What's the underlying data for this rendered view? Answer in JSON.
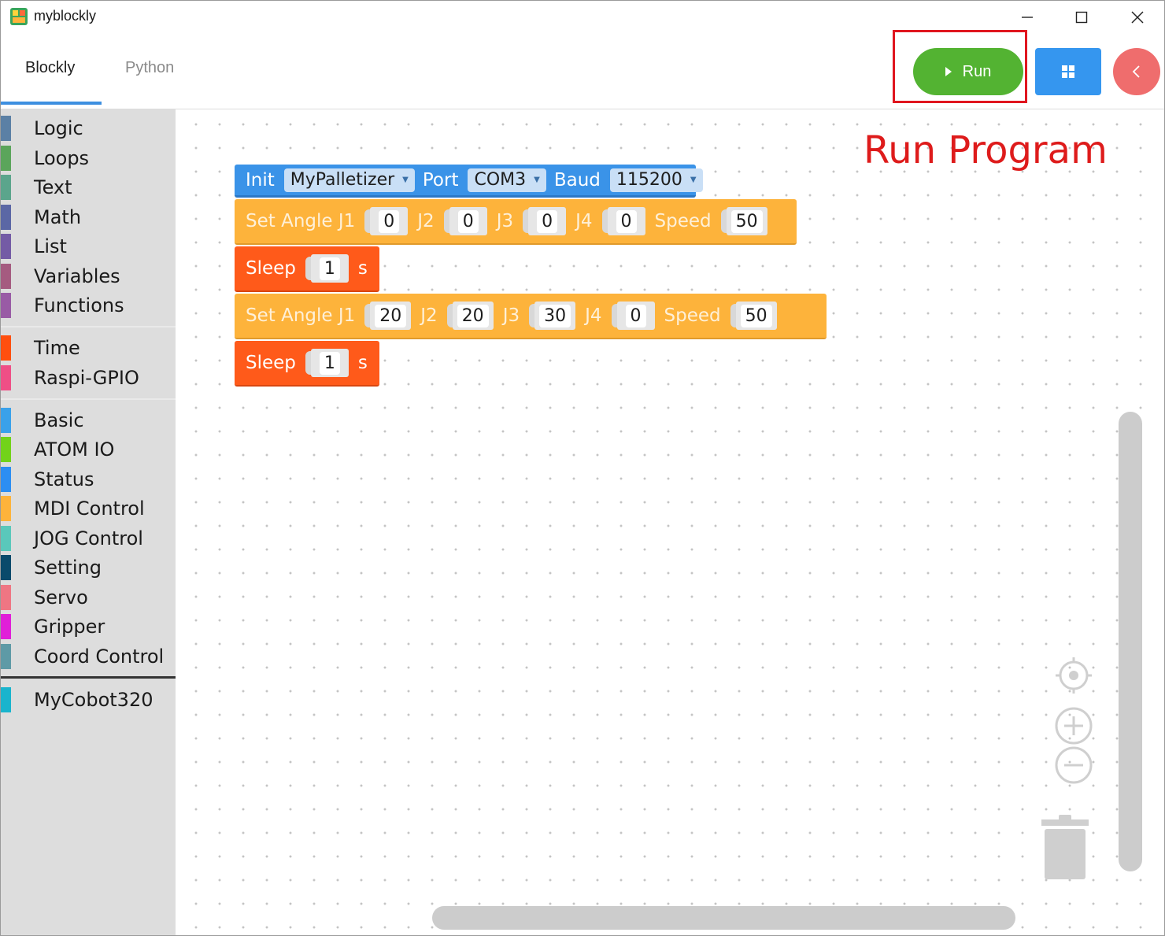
{
  "window": {
    "title": "myblockly",
    "controls": {
      "minimize": "minimize-icon",
      "maximize": "maximize-icon",
      "close": "close-icon"
    }
  },
  "tabs": [
    {
      "label": "Blockly",
      "active": true
    },
    {
      "label": "Python",
      "active": false
    }
  ],
  "toolbar": {
    "run_label": "Run",
    "run_color": "#53b332",
    "grid_color": "#3596ef",
    "back_color": "#ef6d6d",
    "highlight_color": "#e0161f"
  },
  "annotation": {
    "text": "Run Program",
    "color": "#de1b1b"
  },
  "toolbox": {
    "groups": [
      [
        {
          "label": "Logic",
          "color": "#5b80a5"
        },
        {
          "label": "Loops",
          "color": "#5ba55b"
        },
        {
          "label": "Text",
          "color": "#5ba58c"
        },
        {
          "label": "Math",
          "color": "#5b67a5"
        },
        {
          "label": "List",
          "color": "#745ba5"
        },
        {
          "label": "Variables",
          "color": "#a55b80"
        },
        {
          "label": "Functions",
          "color": "#995ba5"
        }
      ],
      [
        {
          "label": "Time",
          "color": "#ff4f0f"
        },
        {
          "label": "Raspi-GPIO",
          "color": "#ef4f86"
        }
      ],
      [
        {
          "label": "Basic",
          "color": "#3aa1ea"
        },
        {
          "label": "ATOM IO",
          "color": "#72d31a"
        },
        {
          "label": "Status",
          "color": "#2c8ef2"
        },
        {
          "label": "MDI Control",
          "color": "#fdb33b"
        },
        {
          "label": "JOG Control",
          "color": "#5ac8bb"
        },
        {
          "label": "Setting",
          "color": "#0a4a6b"
        },
        {
          "label": "Servo",
          "color": "#ef7683"
        },
        {
          "label": "Gripper",
          "color": "#e01fd8"
        },
        {
          "label": "Coord Control",
          "color": "#5e9aa6"
        }
      ],
      [
        {
          "label": "MyCobot320",
          "color": "#1ab4cd"
        }
      ]
    ]
  },
  "blocks": {
    "init": {
      "label": "Init",
      "device": "MyPalletizer",
      "port_label": "Port",
      "port": "COM3",
      "baud_label": "Baud",
      "baud": "115200",
      "color": "#3a93e8"
    },
    "angle1": {
      "label": "Set Angle J1",
      "j1": "0",
      "j2_label": "J2",
      "j2": "0",
      "j3_label": "J3",
      "j3": "0",
      "j4_label": "J4",
      "j4": "0",
      "speed_label": "Speed",
      "speed": "50",
      "color": "#fdb33b"
    },
    "sleep1": {
      "label": "Sleep",
      "value": "1",
      "unit": "s",
      "color": "#ff5a1a"
    },
    "angle2": {
      "label": "Set Angle J1",
      "j1": "20",
      "j2_label": "J2",
      "j2": "20",
      "j3_label": "J3",
      "j3": "30",
      "j4_label": "J4",
      "j4": "0",
      "speed_label": "Speed",
      "speed": "50",
      "color": "#fdb33b"
    },
    "sleep2": {
      "label": "Sleep",
      "value": "1",
      "unit": "s",
      "color": "#ff5a1a"
    }
  },
  "workspace_controls": {
    "center": "crosshair-icon",
    "zoom_in": "zoom-in-icon",
    "zoom_out": "zoom-out-icon",
    "trash": "trash-icon"
  }
}
